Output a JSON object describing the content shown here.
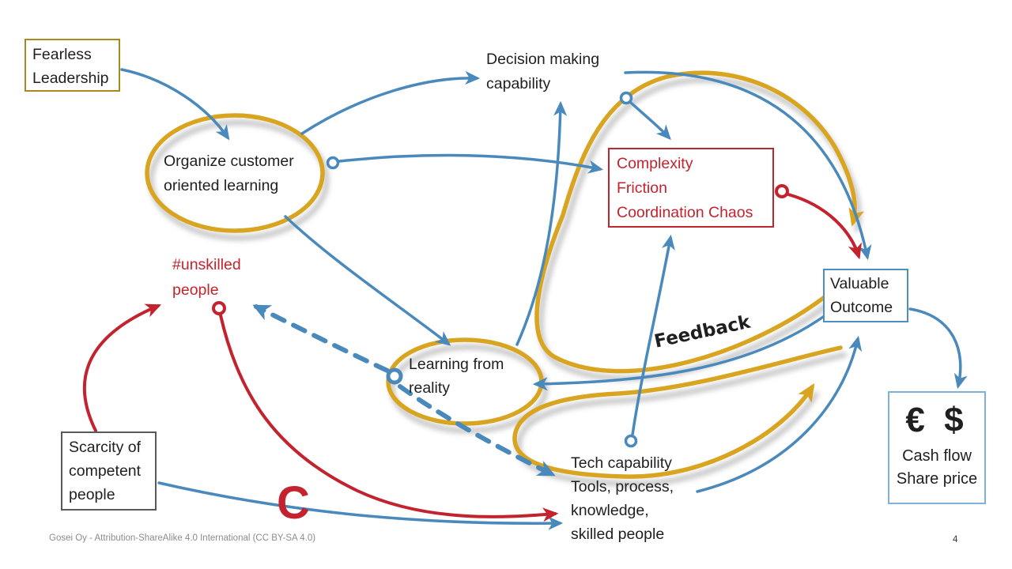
{
  "slide": {
    "footer_credit": "Gosei Oy - Attribution-ShareAlike 4.0 International (CC BY-SA 4.0)",
    "page_number": "4"
  },
  "colors": {
    "link_blue": "#4A89BC",
    "link_red": "#C3232E",
    "highlight_gold": "#D9A521",
    "fearless_border_gold": "#A8891E",
    "scarcity_border_grey": "#58595B",
    "complexity_border_red": "#C0262E",
    "valuable_border_blue": "#4E8FC0",
    "cash_border_lightblue": "#7FB2D9",
    "text_black": "#1F1F1F",
    "footer_grey": "#8C8C8C"
  },
  "nodes": {
    "fearless_leadership": {
      "text": "Fearless\nLeadership",
      "shape": "box"
    },
    "organize_learning": {
      "text": "Organize customer\noriented learning",
      "shape": "hand-drawn-ellipse"
    },
    "decision_capability": {
      "text": "Decision making\ncapability",
      "shape": "plain-text"
    },
    "complexity": {
      "text": "Complexity\nFriction\nCoordination Chaos",
      "shape": "box"
    },
    "unskilled_people": {
      "text": "#unskilled\npeople",
      "shape": "plain-text"
    },
    "learning_reality": {
      "text": "Learning from\nreality",
      "shape": "hand-drawn-ellipse"
    },
    "scarcity": {
      "text": "Scarcity of\ncompetent\npeople",
      "shape": "box"
    },
    "tech_capability": {
      "text": "Tech capability\nTools, process,\nknowledge,\nskilled people",
      "shape": "plain-text"
    },
    "valuable_outcome": {
      "text": "Valuable\nOutcome",
      "shape": "box"
    },
    "cash_flow": {
      "symbols": "€ $",
      "text": "Cash flow\nShare price",
      "shape": "box"
    }
  },
  "annotations": {
    "feedback_label": "Feedback",
    "constraint_marker": "C"
  },
  "edges": [
    {
      "from": "fearless_leadership",
      "to": "organize_learning",
      "color": "blue",
      "style": "solid"
    },
    {
      "from": "organize_learning",
      "to": "decision_capability",
      "color": "blue",
      "style": "solid"
    },
    {
      "from": "organize_learning",
      "to": "complexity",
      "color": "blue",
      "style": "solid",
      "start_marker": "circle"
    },
    {
      "from": "organize_learning",
      "to": "learning_reality",
      "color": "blue",
      "style": "solid"
    },
    {
      "from": "learning_reality",
      "to": "decision_capability",
      "color": "blue",
      "style": "solid"
    },
    {
      "from": "gold_loop_top",
      "to": "complexity",
      "color": "blue",
      "style": "solid",
      "start_marker": "circle"
    },
    {
      "from": "tech_capability",
      "to": "complexity",
      "color": "blue",
      "style": "solid",
      "start_marker": "circle"
    },
    {
      "from": "decision_capability",
      "to": "valuable_outcome",
      "color": "blue",
      "style": "solid"
    },
    {
      "from": "complexity",
      "to": "valuable_outcome",
      "color": "red",
      "style": "solid",
      "start_marker": "circle"
    },
    {
      "from": "valuable_outcome",
      "to": "learning_reality",
      "color": "blue",
      "style": "solid",
      "label": "Feedback"
    },
    {
      "from": "tech_capability",
      "to": "valuable_outcome",
      "color": "blue",
      "style": "solid"
    },
    {
      "from": "valuable_outcome",
      "to": "cash_flow",
      "color": "blue",
      "style": "solid"
    },
    {
      "from": "scarcity",
      "to": "unskilled_people",
      "color": "red",
      "style": "solid"
    },
    {
      "from": "scarcity",
      "to": "tech_capability",
      "color": "blue",
      "style": "solid",
      "on_line_marker": "C"
    },
    {
      "from": "unskilled_people",
      "to": "tech_capability",
      "color": "red",
      "style": "solid",
      "start_marker": "circle"
    },
    {
      "from": "learning_reality",
      "to": "unskilled_people",
      "color": "blue",
      "style": "dashed",
      "start_marker": "circle"
    },
    {
      "from": "learning_reality",
      "to": "tech_capability",
      "color": "blue",
      "style": "dashed"
    },
    {
      "name": "gold_highlight_big_loop",
      "to": "valuable_outcome",
      "color": "gold",
      "style": "hand-drawn"
    },
    {
      "name": "gold_highlight_tech_loop",
      "to": "valuable_outcome",
      "color": "gold",
      "style": "hand-drawn"
    }
  ]
}
